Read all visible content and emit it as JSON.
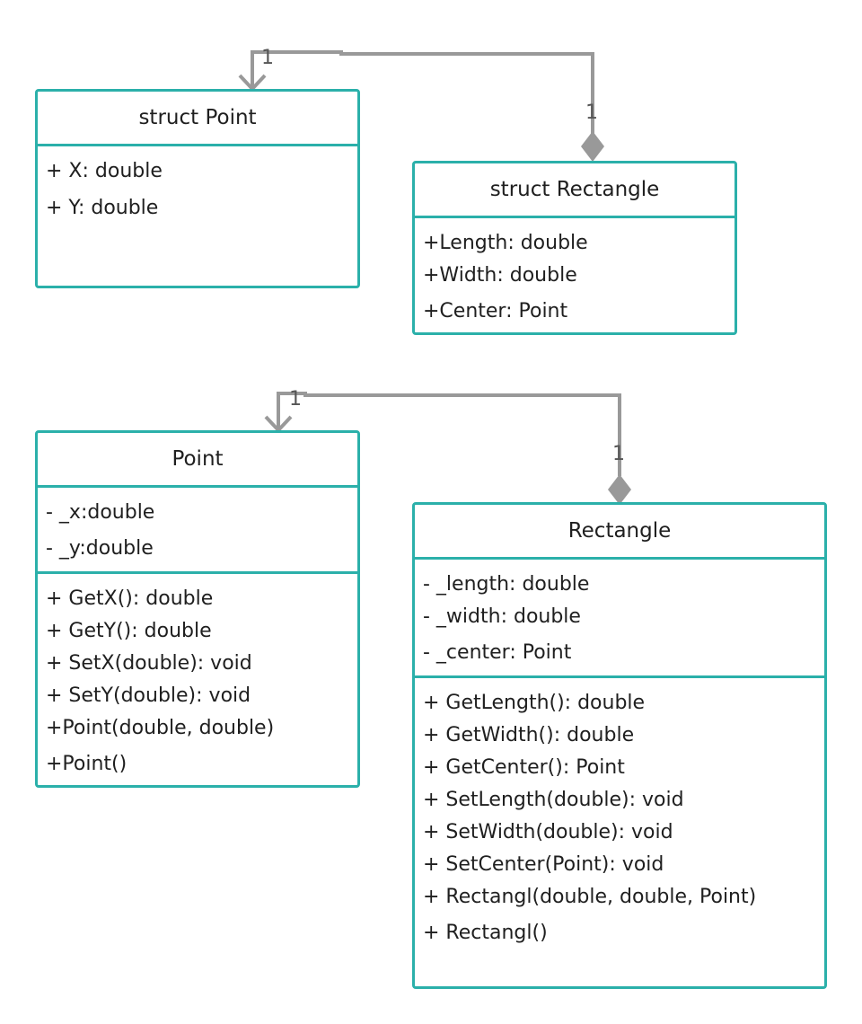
{
  "classes": {
    "struct_point": {
      "title": "struct Point",
      "attributes": [
        "+ X: double",
        "+ Y: double"
      ]
    },
    "struct_rectangle": {
      "title": "struct Rectangle",
      "attributes": [
        "+Length: double",
        "+Width: double",
        "+Center: Point"
      ]
    },
    "point": {
      "title": "Point",
      "attributes": [
        "- _x:double",
        "- _y:double"
      ],
      "methods": [
        "+ GetX(): double",
        "+ GetY(): double",
        "+ SetX(double): void",
        "+ SetY(double): void",
        "+Point(double, double)",
        "+Point()"
      ]
    },
    "rectangle": {
      "title": "Rectangle",
      "attributes": [
        "- _length: double",
        "- _width: double",
        "- _center: Point"
      ],
      "methods": [
        "+ GetLength(): double",
        "+ GetWidth(): double",
        "+ GetCenter(): Point",
        "+ SetLength(double): void",
        "+ SetWidth(double): void",
        "+ SetCenter(Point): void",
        "+ Rectangl(double, double, Point)",
        "+ Rectangl()"
      ]
    }
  },
  "associations": {
    "top": {
      "source_multiplicity": "1",
      "target_multiplicity": "1"
    },
    "bottom": {
      "source_multiplicity": "1",
      "target_multiplicity": "1"
    }
  },
  "colors": {
    "class_border": "#2bb0aa",
    "connector": "#999999",
    "text": "#1f1f1f"
  }
}
